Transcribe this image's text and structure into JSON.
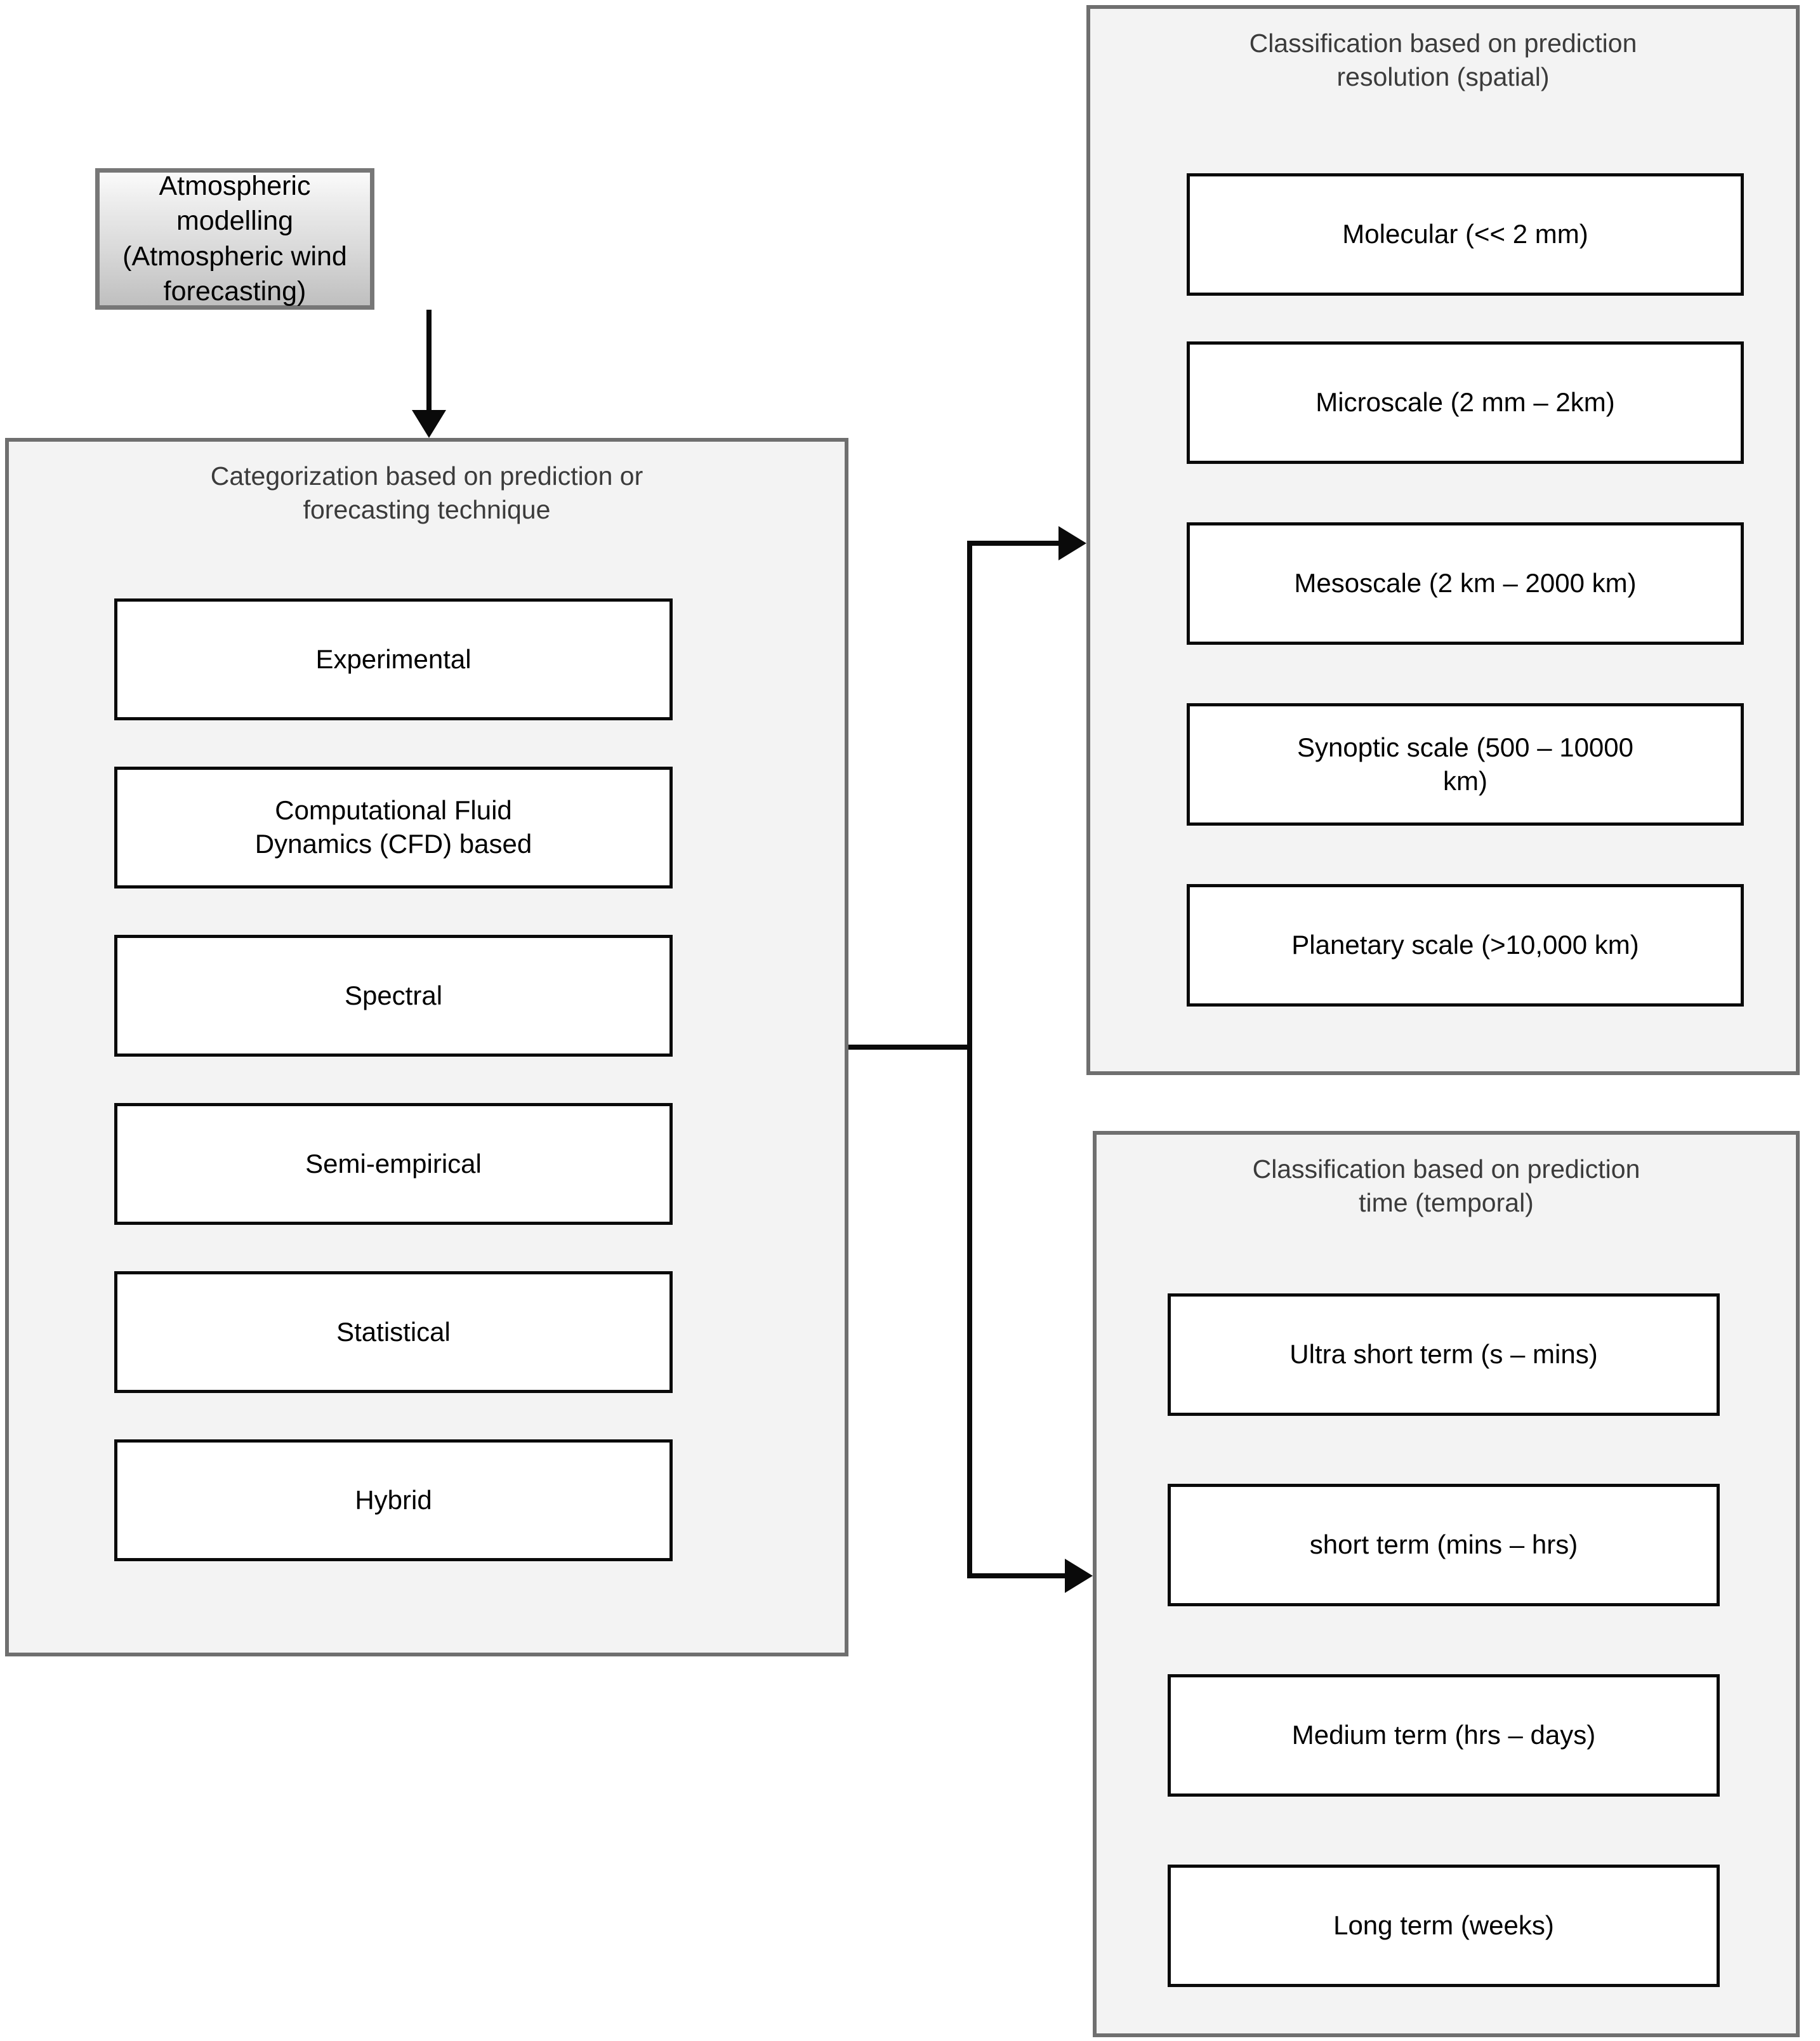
{
  "root_node": {
    "line1": "Atmospheric modelling",
    "line2": "(Atmospheric wind forecasting)"
  },
  "panels": {
    "technique": {
      "title_line1": "Categorization based on prediction or",
      "title_line2": "forecasting technique",
      "items": [
        {
          "line1": "Experimental",
          "line2": ""
        },
        {
          "line1": "Computational Fluid",
          "line2": "Dynamics (CFD) based"
        },
        {
          "line1": "Spectral",
          "line2": ""
        },
        {
          "line1": "Semi-empirical",
          "line2": ""
        },
        {
          "line1": "Statistical",
          "line2": ""
        },
        {
          "line1": "Hybrid",
          "line2": ""
        }
      ]
    },
    "spatial": {
      "title_line1": "Classification based on prediction",
      "title_line2": "resolution (spatial)",
      "items": [
        {
          "line1": "Molecular (<< 2 mm)",
          "line2": ""
        },
        {
          "line1": "Microscale (2 mm – 2km)",
          "line2": ""
        },
        {
          "line1": "Mesoscale (2 km – 2000 km)",
          "line2": ""
        },
        {
          "line1": "Synoptic scale (500 – 10000",
          "line2": "km)"
        },
        {
          "line1": "Planetary scale (>10,000 km)",
          "line2": ""
        }
      ]
    },
    "temporal": {
      "title_line1": "Classification based on prediction",
      "title_line2": "time (temporal)",
      "items": [
        {
          "line1": "Ultra short term (s – mins)",
          "line2": ""
        },
        {
          "line1": "short term (mins – hrs)",
          "line2": ""
        },
        {
          "line1": "Medium term (hrs – days)",
          "line2": ""
        },
        {
          "line1": "Long term (weeks)",
          "line2": ""
        }
      ]
    }
  },
  "colors": {
    "panel_fill": "#f3f3f3",
    "panel_border": "#6f6f6f",
    "leaf_fill": "#ffffff",
    "leaf_border": "#0a0a0a",
    "node_gradient_top": "#fbfbfb",
    "node_gradient_bottom": "#bfbfbf",
    "connector": "#0a0a0a",
    "title_text": "#3b3b3b",
    "body_text": "#000000"
  }
}
